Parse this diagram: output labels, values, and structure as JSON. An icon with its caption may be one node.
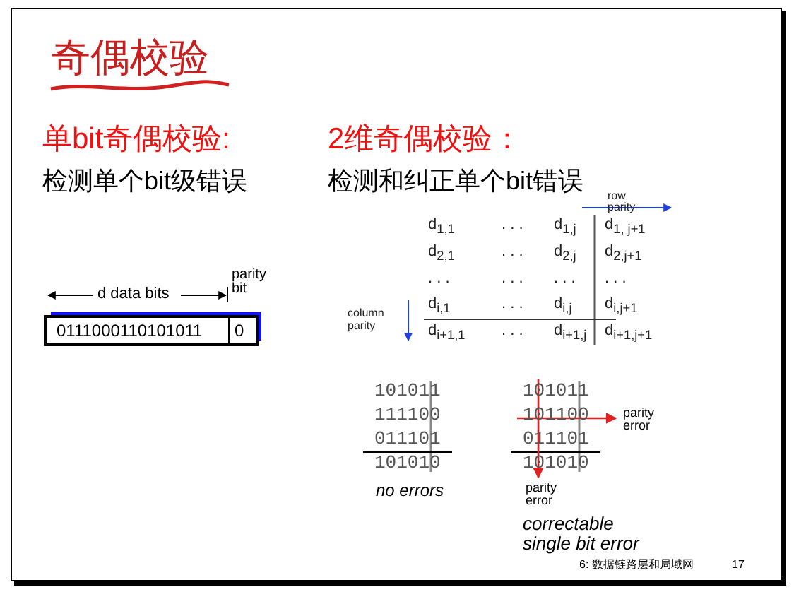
{
  "diagram": {
    "title": "奇偶校验",
    "labels": [
      "单bit奇偶校验:",
      "2维奇偶校验：",
      "检测单个bit级错误",
      "检测和纠正单个bit错误",
      "d data bits",
      "parity bit",
      "0111000110101011",
      "0",
      "row parity",
      "d$_{1,1}$",
      ". . .",
      "d$_{1,j}$",
      "d$_{1, j+1}$",
      "d$_{2,1}$",
      ". . .",
      "d$_{2,j}$",
      "d$_{2,j+1}$",
      ". . .",
      ". . .",
      ". . .",
      ". . .",
      "d$_{i,1}$",
      ". . .",
      "d$_{i,j}$",
      "d$_{i,j+1}$",
      "d$_{i+1,1}$",
      ". . .",
      "d$_{i+1,j}$",
      "d$_{i+1,j+1}$",
      "column parity",
      "101011",
      "111100",
      "011101",
      "101010",
      "no errors",
      "101011",
      "101100",
      "011101",
      "101010",
      "parity error",
      "parity error",
      "correctable single bit error",
      "6: 数据链路层和局域网",
      "17"
    ]
  }
}
